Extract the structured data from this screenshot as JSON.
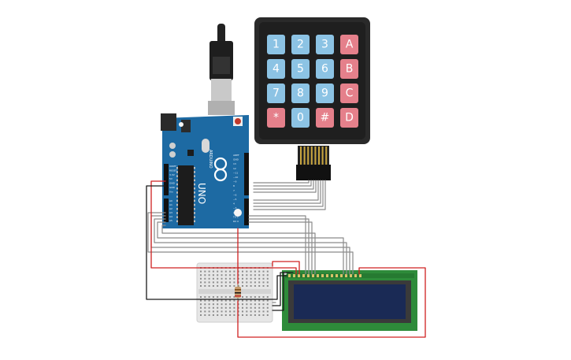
{
  "keypad": {
    "keys": [
      [
        "1",
        "2",
        "3",
        "A"
      ],
      [
        "4",
        "5",
        "6",
        "B"
      ],
      [
        "7",
        "8",
        "9",
        "C"
      ],
      [
        "*",
        "0",
        "#",
        "D"
      ]
    ],
    "colors": {
      "digit": "#8cc3e4",
      "letter": "#e5808b",
      "body": "#2a2a2a"
    }
  },
  "arduino": {
    "logo": "UNO",
    "brand": "ARDUINO",
    "board_color": "#1d6aa3",
    "header_labels": {
      "digital_top": [
        "AREF",
        "GND",
        "13",
        "12",
        "~11",
        "~10",
        "~9",
        "8",
        "7",
        "~6",
        "~5",
        "4",
        "~3",
        "2",
        "TX 1",
        "RX 0"
      ],
      "power": [
        "IOREF",
        "RESET",
        "3.3V",
        "5V",
        "GND",
        "GND",
        "Vin"
      ],
      "analog": [
        "A0",
        "A1",
        "A2",
        "A3",
        "A4",
        "A5"
      ]
    }
  },
  "lcd": {
    "screen_color": "#1a2a55",
    "pcb_color": "#2e8b3a"
  },
  "wire_colors": {
    "signal": "#8a8a8a",
    "power": "#d02020",
    "ground": "#1a1a1a"
  }
}
